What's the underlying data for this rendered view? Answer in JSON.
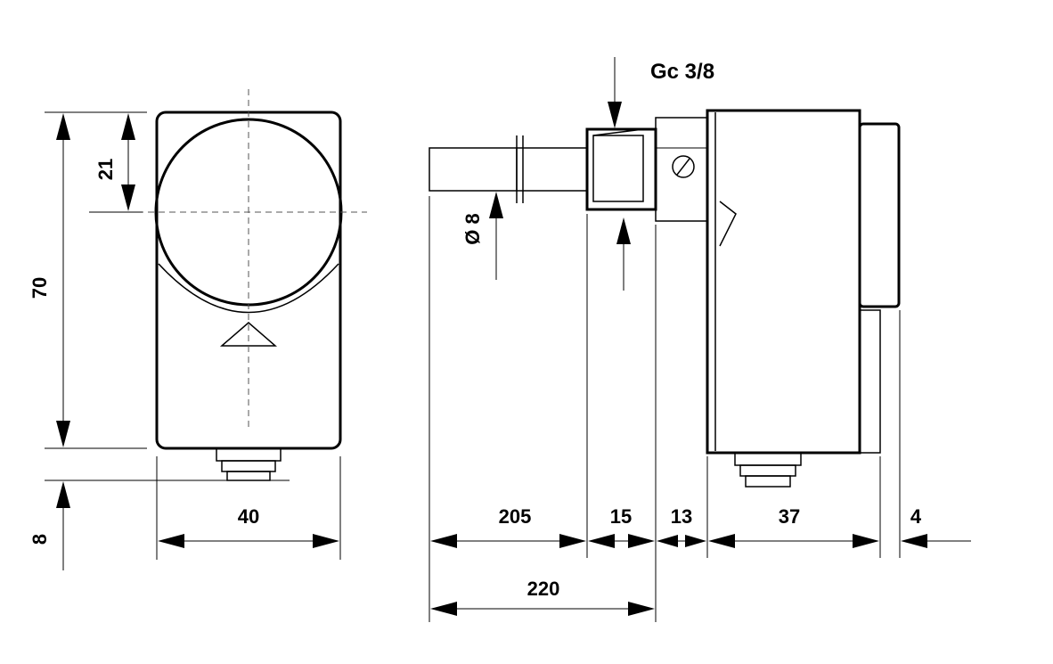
{
  "colors": {
    "line": "#000000",
    "background": "#ffffff",
    "centerline": "#555555"
  },
  "front_view": {
    "dim_height": "70",
    "dim_knob_offset": "21",
    "dim_width": "40",
    "dim_connector": "8"
  },
  "side_view": {
    "thread_label": "Gc 3/8",
    "dim_diameter": "Ø 8",
    "dim_probe": "205",
    "dim_nut": "15",
    "dim_neck": "13",
    "dim_body": "37",
    "dim_cap": "4",
    "dim_total": "220"
  }
}
